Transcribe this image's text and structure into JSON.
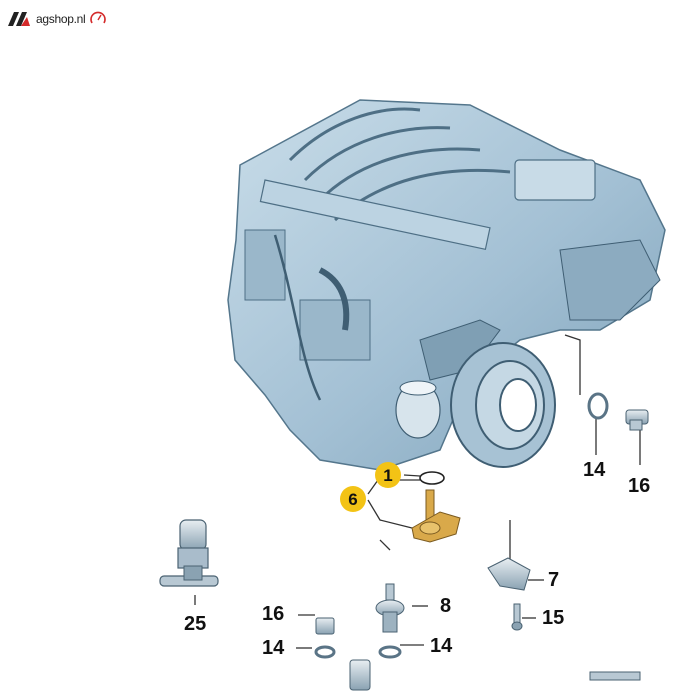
{
  "brand": {
    "logo_text": "agshop.nl",
    "accent_color": "#d42a2a"
  },
  "callouts": {
    "c1": "1",
    "c6": "6",
    "c7": "7",
    "c8": "8",
    "c14a": "14",
    "c14b": "14",
    "c14c": "14",
    "c15": "15",
    "c16a": "16",
    "c16b": "16",
    "c25": "25"
  },
  "colors": {
    "engine_fill": "#a9c6d9",
    "engine_dark": "#6f93ab",
    "highlight": "#f3c315",
    "part_gold": "#d9a94a"
  }
}
